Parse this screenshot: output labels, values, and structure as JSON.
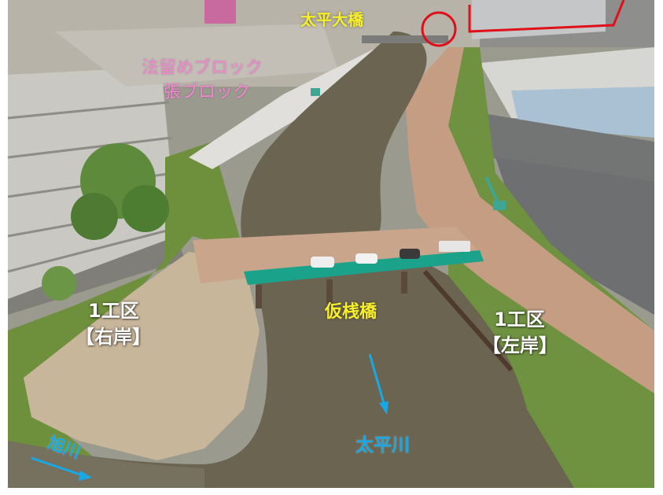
{
  "labels": {
    "bridge_top": "太平大橋",
    "block_line1": "法留めブロック",
    "block_line2": "張ブロック",
    "right_bank_line1": "1工区",
    "right_bank_line2": "【右岸】",
    "left_bank_line1": "1工区",
    "left_bank_line2": "【左岸】",
    "temp_bridge": "仮桟橋",
    "river_main": "太平川",
    "river_tributary": "旭川"
  },
  "colors": {
    "callout_red": "#e0101a",
    "label_yellow": "#f7ee2a",
    "label_pink": "#f08ad0",
    "label_cyan": "#18a8e6",
    "bridge_teal": "#1aa38a"
  }
}
